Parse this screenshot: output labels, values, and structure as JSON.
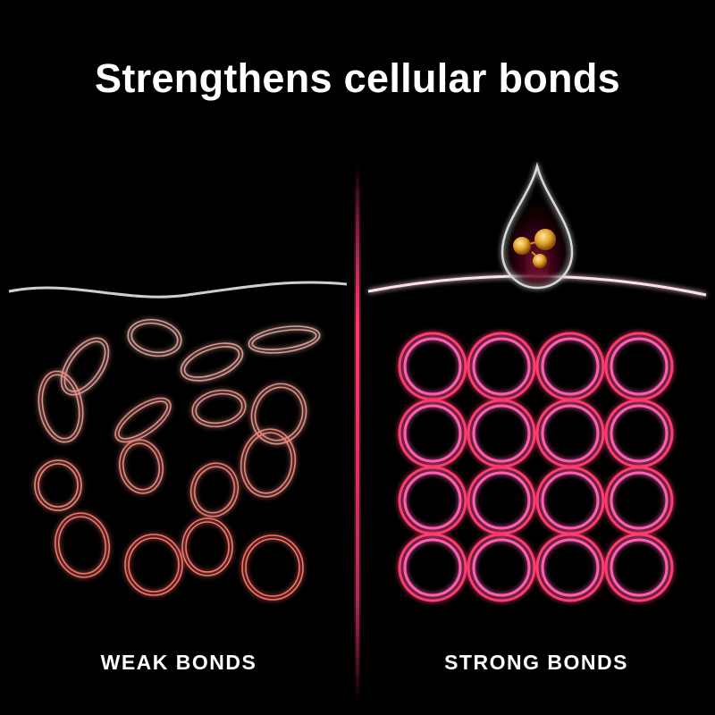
{
  "title": "Strengthens cellular bonds",
  "labels": {
    "weak": "WEAK BONDS",
    "strong": "STRONG BONDS"
  },
  "colors": {
    "weak_top": "#d9a49c",
    "weak_bottom": "#ff6f66",
    "strong": "#ff3a6e",
    "strong_alt": "#ff5fb0",
    "divider": "#ff3a6e",
    "molecule": "#e0a02a"
  },
  "icons": [
    "droplet-icon",
    "molecule-icon"
  ]
}
